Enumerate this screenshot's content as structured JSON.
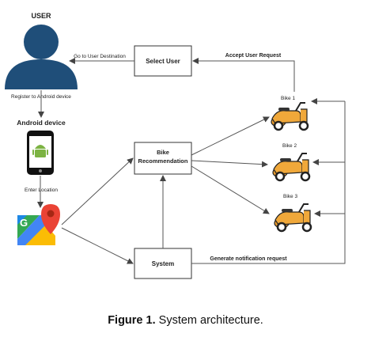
{
  "user": {
    "title": "USER"
  },
  "android": {
    "title": "Android device"
  },
  "nodes": {
    "select_user": "Select User",
    "bike_rec_line1": "Bike",
    "bike_rec_line2": "Recommendation",
    "system": "System"
  },
  "bikes": [
    "Bike 1",
    "Bike 2",
    "Bike 3"
  ],
  "edges": {
    "go_to_destination": "Go to User Destination",
    "register": "Register to Android device",
    "enter_location": "Enter Location",
    "accept_request": "Accept User Request",
    "generate_notification": "Generate notification request"
  },
  "caption": {
    "label": "Figure 1.",
    "text": " System architecture."
  },
  "colors": {
    "user_icon": "#1f4e79",
    "bike_body": "#f0a83a",
    "maps_green": "#34a853",
    "maps_red": "#ea4335",
    "maps_blue": "#4285f4",
    "maps_yellow": "#fbbc05",
    "android_green": "#7cb342"
  }
}
